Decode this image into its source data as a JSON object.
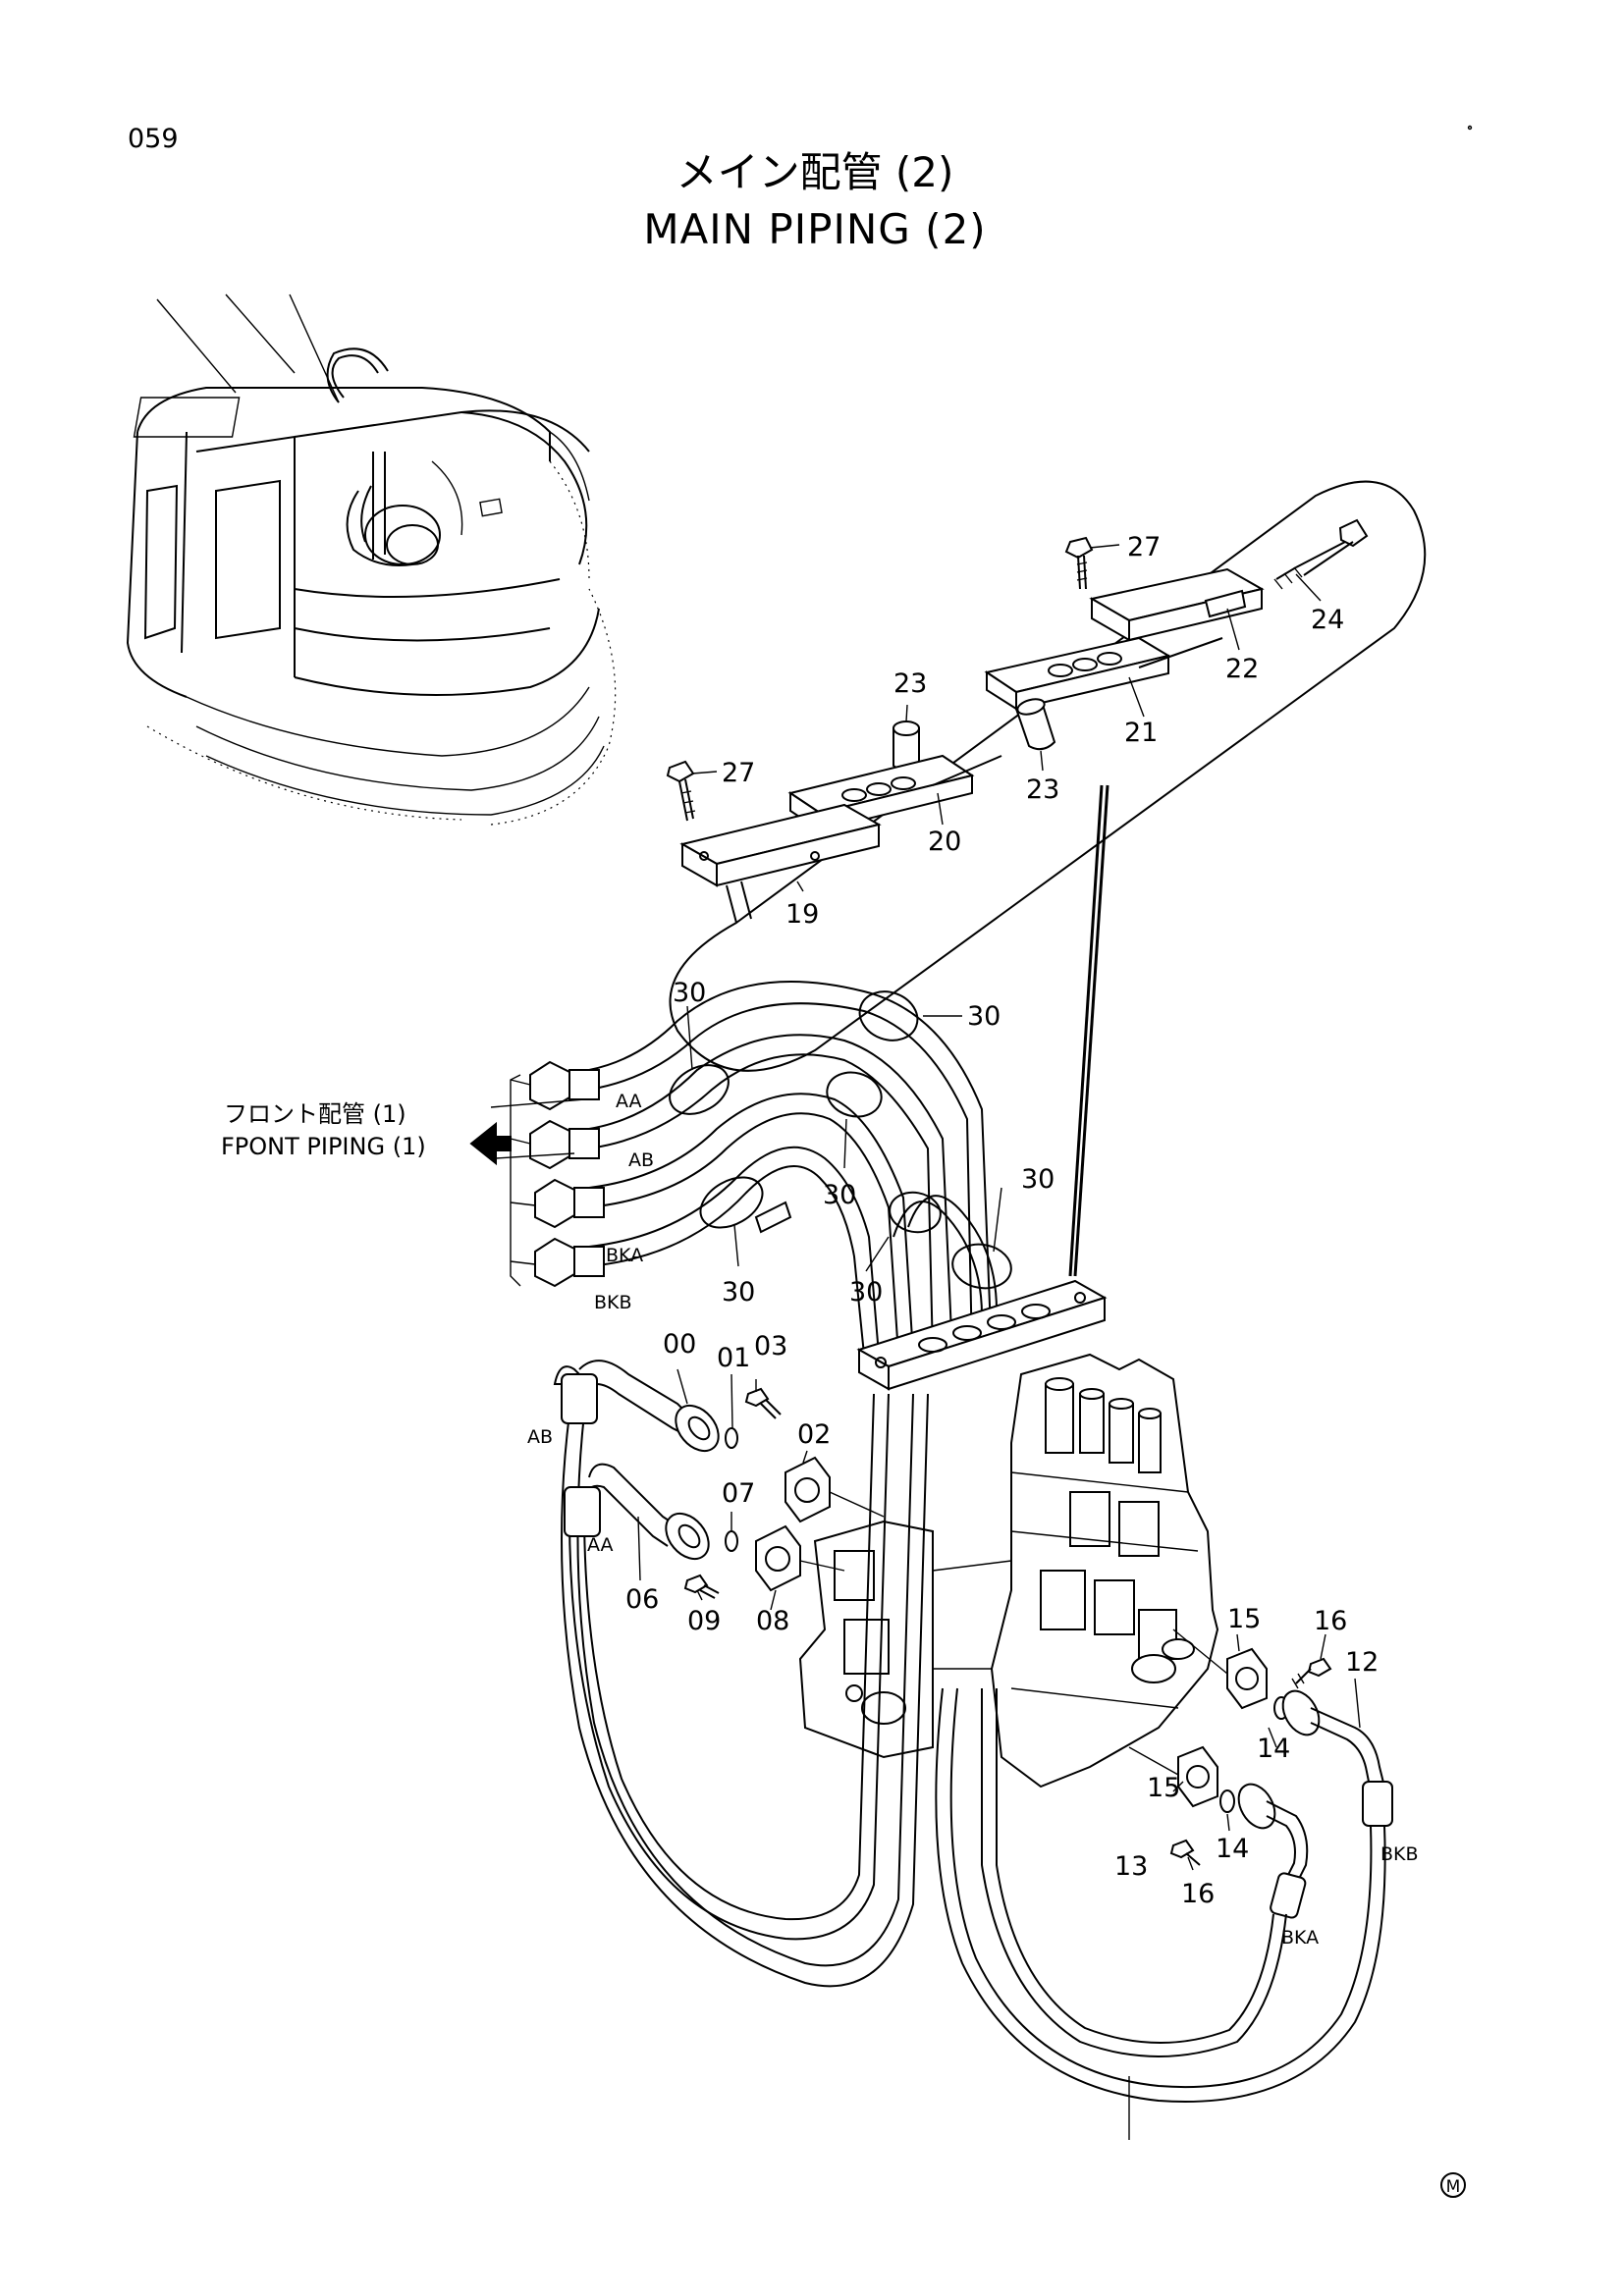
{
  "page_number": "059",
  "title_jp": "メイン配管 (2)",
  "title_en": "MAIN PIPING (2)",
  "reference_jp": "フロント配管 (1)",
  "reference_en": "FPONT PIPING (1)",
  "mark": "M",
  "part_labels": {
    "p27a": "27",
    "p24": "24",
    "p22": "22",
    "p21": "21",
    "p23a": "23",
    "p23b": "23",
    "p27b": "27",
    "p20": "20",
    "p19": "19",
    "p30a": "30",
    "p30b": "30",
    "p30c": "30",
    "p30d": "30",
    "p30e": "30",
    "p30f": "30",
    "p00": "00",
    "p01": "01",
    "p03": "03",
    "p02": "02",
    "p07": "07",
    "p06": "06",
    "p09": "09",
    "p08": "08",
    "p15a": "15",
    "p16a": "16",
    "p12": "12",
    "p14a": "14",
    "p15b": "15",
    "p14b": "14",
    "p16b": "16",
    "p13": "13"
  },
  "hose_labels": {
    "aa_top": "AA",
    "ab_top": "AB",
    "bka_top": "BKA",
    "bkb_top": "BKB",
    "ab_left": "AB",
    "aa_left": "AA",
    "bkb_right": "BKB",
    "bka_right": "BKA"
  }
}
